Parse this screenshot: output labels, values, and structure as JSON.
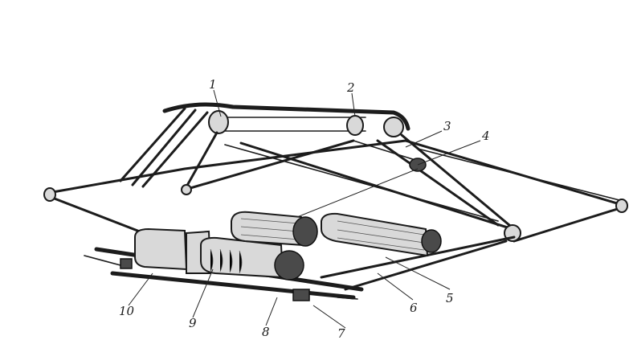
{
  "figure": {
    "callouts": [
      "1",
      "2",
      "3",
      "4",
      "5",
      "6",
      "7",
      "8",
      "9",
      "10"
    ]
  }
}
